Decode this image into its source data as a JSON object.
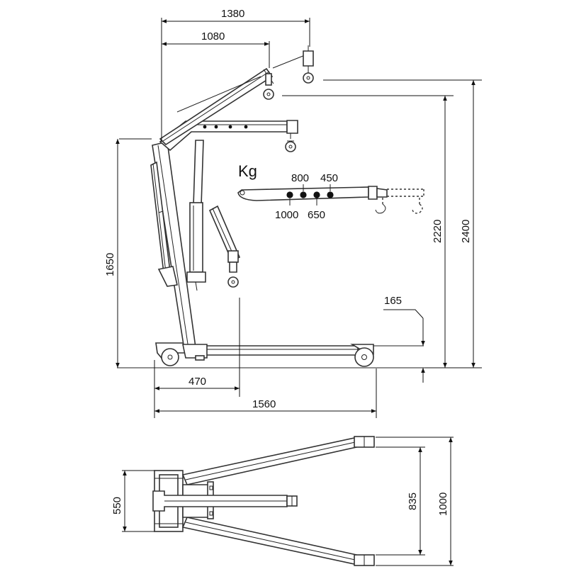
{
  "dimensions": {
    "max_reach": "1380",
    "mid_reach": "1080",
    "total_height": "2400",
    "lift_height": "2220",
    "frame_height": "1650",
    "ground_clearance": "165",
    "front_clearance": "470",
    "length": "1560",
    "rear_width": "550",
    "inner_leg_width": "835",
    "outer_leg_width": "1000"
  },
  "load_chart": {
    "unit": "Kg",
    "upper_labels": [
      "800",
      "450"
    ],
    "lower_labels": [
      "1000",
      "650"
    ]
  }
}
